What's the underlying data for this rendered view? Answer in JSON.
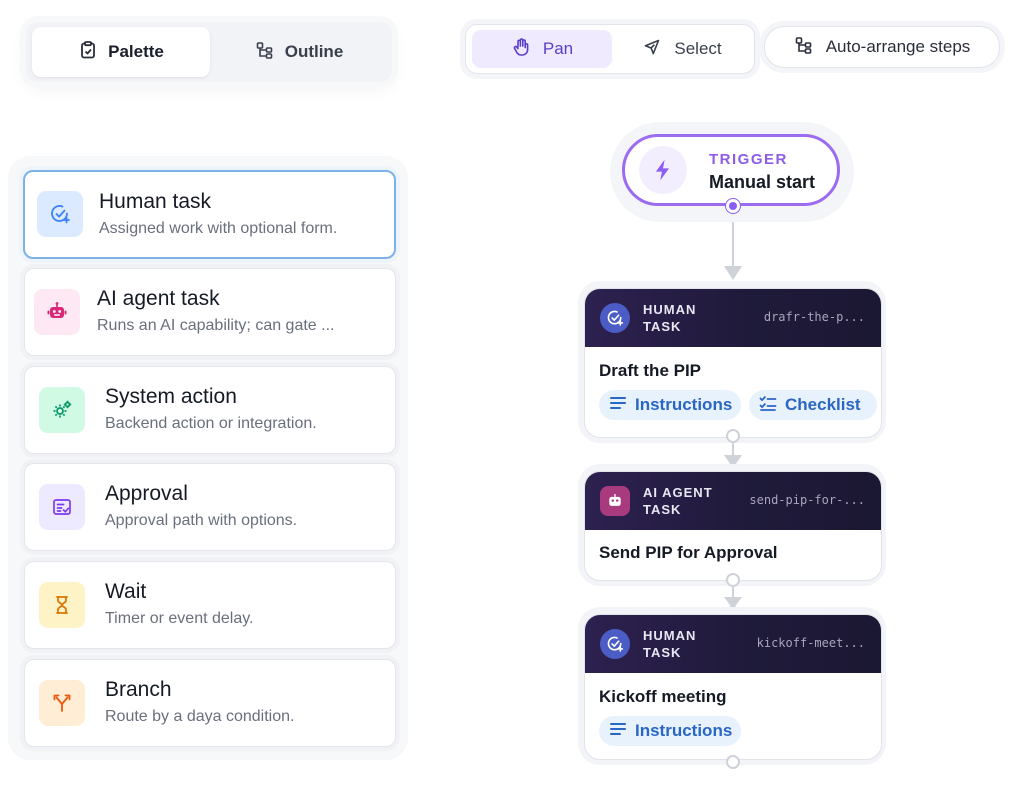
{
  "view_tabs": [
    {
      "label": "Palette",
      "icon": "clipboard-icon",
      "active": true
    },
    {
      "label": "Outline",
      "icon": "outline-tree-icon",
      "active": false
    }
  ],
  "toolbar": {
    "pan_label": "Pan",
    "select_label": "Select",
    "active_tool": "Pan",
    "auto_arrange_label": "Auto-arrange steps"
  },
  "palette": {
    "items": [
      {
        "title": "Human task",
        "description": "Assigned work with optional form.",
        "icon": "user-check-icon",
        "color": "#3b82f6",
        "selected": true
      },
      {
        "title": "AI agent task",
        "description": "Runs an AI capability; can gate ...",
        "icon": "robot-icon",
        "color": "#db2777",
        "selected": false
      },
      {
        "title": "System action",
        "description": "Backend action or integration.",
        "icon": "gears-icon",
        "color": "#059669",
        "selected": false
      },
      {
        "title": "Approval",
        "description": "Approval path with options.",
        "icon": "approval-form-icon",
        "color": "#7c3aed",
        "selected": false
      },
      {
        "title": "Wait",
        "description": "Timer or event delay.",
        "icon": "hourglass-icon",
        "color": "#d97706",
        "selected": false
      },
      {
        "title": "Branch",
        "description": "Route by a daya condition.",
        "icon": "branch-icon",
        "color": "#ea580c",
        "selected": false
      }
    ]
  },
  "canvas": {
    "trigger": {
      "kicker": "TRIGGER",
      "name": "Manual start",
      "icon": "lightning-icon",
      "color": "#8b5cf6"
    },
    "nodes": [
      {
        "type": "HUMAN\nTASK",
        "slug": "drafr-the-p...",
        "title": "Draft the PIP",
        "icon": "user-check-icon",
        "chips": [
          {
            "label": "Instructions",
            "icon": "lines-icon"
          },
          {
            "label": "Checklist",
            "icon": "checklist-icon"
          }
        ]
      },
      {
        "type": "AI AGENT\nTASK",
        "slug": "send-pip-for-...",
        "title": "Send PIP for Approval",
        "icon": "robot-icon",
        "chips": []
      },
      {
        "type": "HUMAN\nTASK",
        "slug": "kickoff-meet...",
        "title": "Kickoff meeting",
        "icon": "user-check-icon",
        "chips": [
          {
            "label": "Instructions",
            "icon": "lines-icon"
          }
        ]
      }
    ]
  },
  "colors": {
    "accent_purple": "#8b5cf6",
    "node_header": "#221b3f",
    "chip_bg": "#e8f2fd",
    "chip_text": "#2a66c4",
    "selected_border": "#7eb2e6"
  }
}
